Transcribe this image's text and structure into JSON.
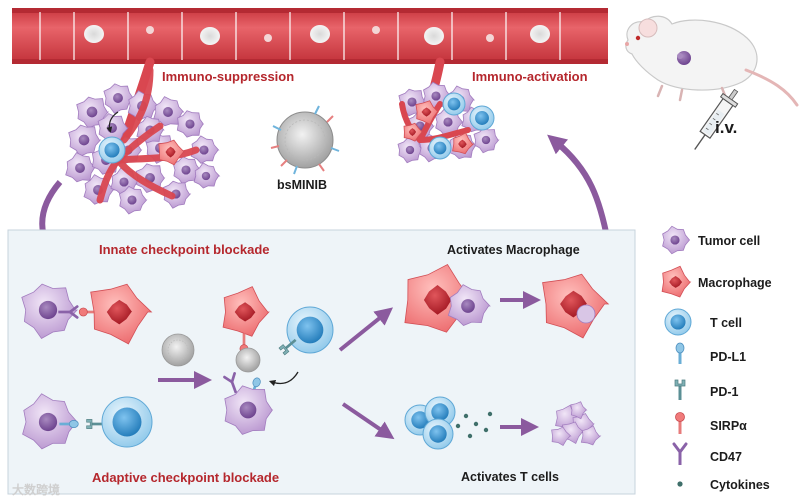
{
  "top": {
    "suppression": "Immuno-suppression",
    "activation": "Immuno-activation",
    "nanoparticle": "bsMINIB",
    "route": "i.v."
  },
  "panel": {
    "innate": "Innate checkpoint blockade",
    "adaptive": "Adaptive checkpoint blockade",
    "macrophage_outcome": "Activates Macrophage",
    "tcell_outcome": "Activates T cells"
  },
  "legend": [
    {
      "icon": "tumor-cell-icon",
      "label": "Tumor cell"
    },
    {
      "icon": "macrophage-icon",
      "label": "Macrophage"
    },
    {
      "icon": "t-cell-icon",
      "label": "T cell"
    },
    {
      "icon": "pd-l1-icon",
      "label": "PD-L1"
    },
    {
      "icon": "pd-1-icon",
      "label": "PD-1"
    },
    {
      "icon": "sirpa-icon",
      "label": "SIRPα"
    },
    {
      "icon": "cd47-icon",
      "label": "CD47"
    },
    {
      "icon": "cytokine-icon",
      "label": "Cytokines"
    }
  ],
  "watermark": "大数跨境",
  "colors": {
    "vessel": "#e2555c",
    "tumor": "#c9a9da",
    "tumor_nucleus": "#7a4f9a",
    "macrophage": "#f07a7a",
    "macrophage_nucleus": "#b01e2a",
    "tcell": "#a9d7ef",
    "tcell_nucleus": "#2e8fcc",
    "arrow": "#8b5a9e",
    "panel_bg": "#eef4f8"
  }
}
